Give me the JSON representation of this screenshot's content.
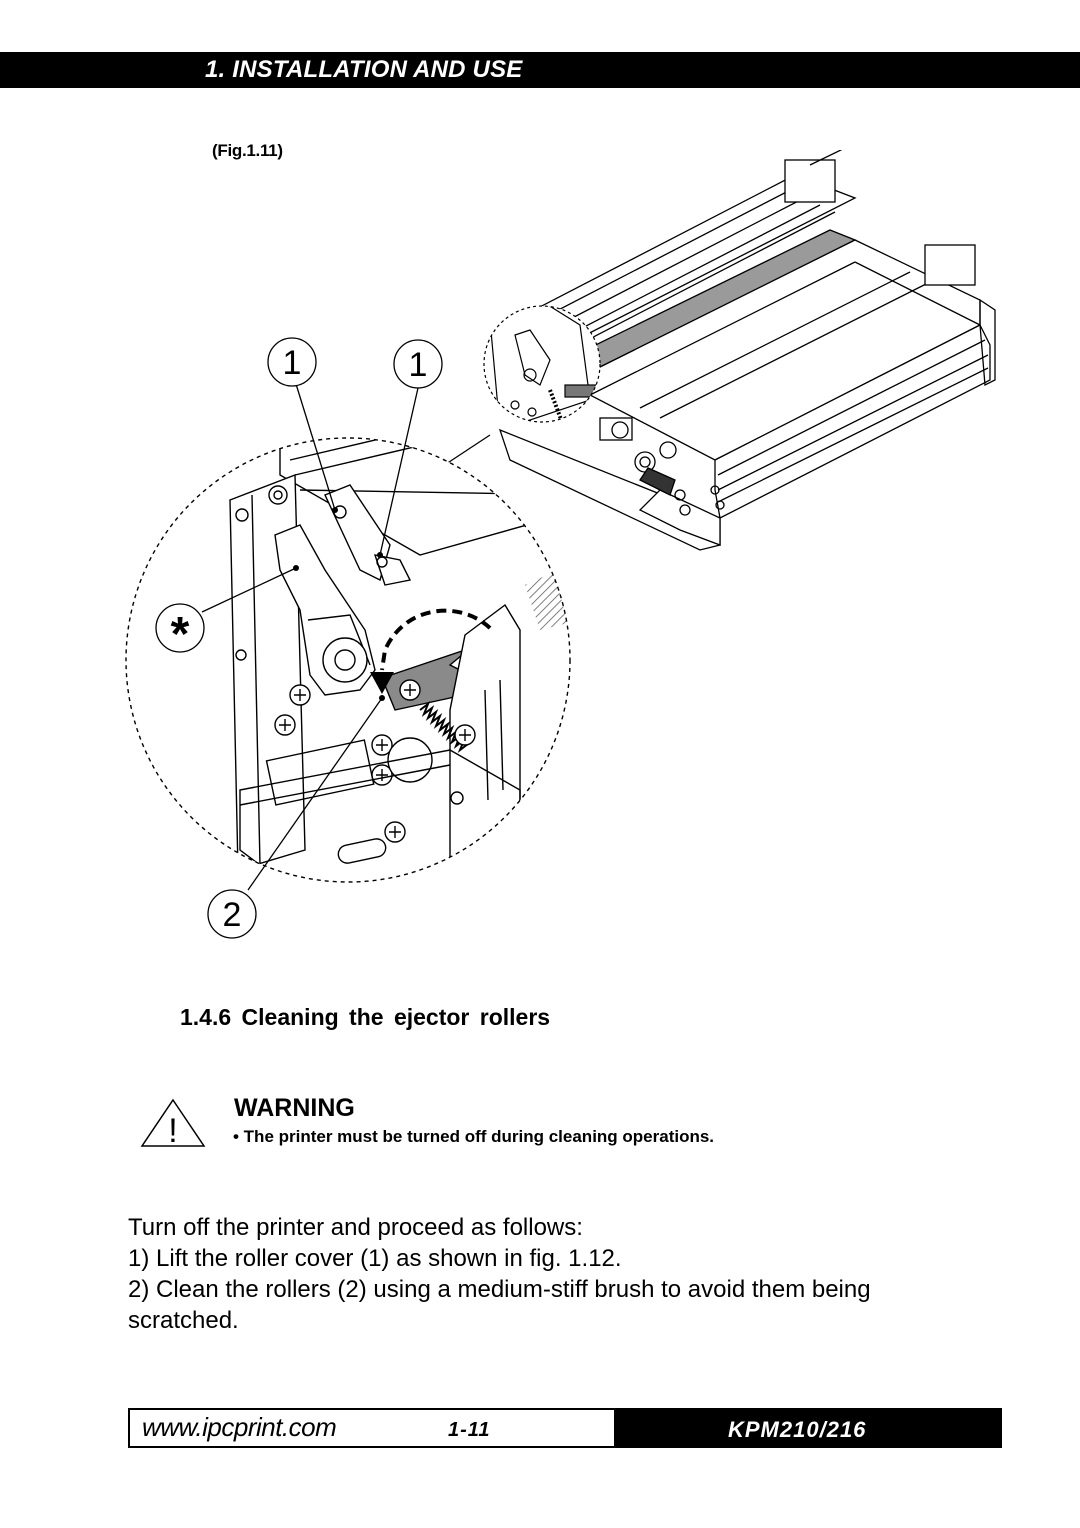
{
  "header": {
    "title": "1. INSTALLATION AND USE"
  },
  "figure": {
    "label": "(Fig.1.11)",
    "callouts": {
      "cover_left": "1",
      "cover_right": "1",
      "rollers": "2",
      "asterisk": "*"
    }
  },
  "section": {
    "title": "1.4.6 Cleaning the ejector rollers"
  },
  "warning": {
    "icon": "warning-triangle-icon",
    "icon_glyph": "!",
    "heading": "WARNING",
    "text": "• The printer must be turned off during cleaning operations."
  },
  "body": {
    "intro": "Turn off the printer and proceed as follows:",
    "step1": "1) Lift the roller cover (1) as shown in fig. 1.12.",
    "step2": "2) Clean the rollers (2) using a medium-stiff brush to avoid them being scratched."
  },
  "footer": {
    "url": "www.ipcprint.com",
    "page": "1-11",
    "model": "KPM210/216"
  }
}
